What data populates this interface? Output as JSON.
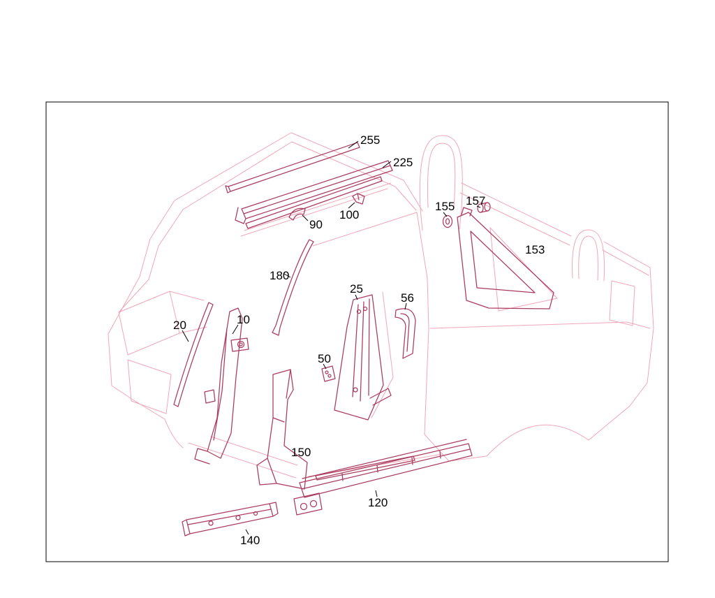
{
  "colors": {
    "background": "#ffffff",
    "border": "#000000",
    "body_outline": "#f0a6ba",
    "part_highlight": "#aa3a5e",
    "label_text": "#000000"
  },
  "diagram": {
    "kind": "vehicle-body-parts-diagram",
    "labels": [
      {
        "text": "255"
      },
      {
        "text": "225"
      },
      {
        "text": "100"
      },
      {
        "text": "90"
      },
      {
        "text": "180"
      },
      {
        "text": "155"
      },
      {
        "text": "157"
      },
      {
        "text": "153"
      },
      {
        "text": "25"
      },
      {
        "text": "56"
      },
      {
        "text": "20"
      },
      {
        "text": "10"
      },
      {
        "text": "50"
      },
      {
        "text": "150"
      },
      {
        "text": "120"
      },
      {
        "text": "140"
      }
    ]
  }
}
